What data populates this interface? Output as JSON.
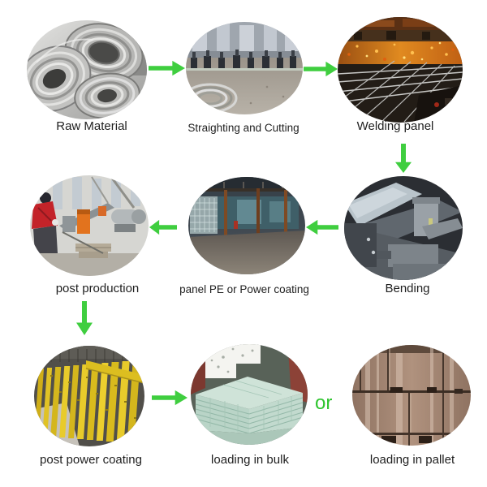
{
  "colors": {
    "arrow": "#3fce3f",
    "or_text": "#2fc52f",
    "label_text": "#1f1f1f",
    "background": "#ffffff"
  },
  "steps": [
    {
      "label": "Raw Material",
      "image": "wire-coils-photo"
    },
    {
      "label": "Straighting and Cutting",
      "image": "straightening-cutting-machines-photo"
    },
    {
      "label": "Welding panel",
      "image": "mesh-welding-sparks-photo"
    },
    {
      "label": "Bending",
      "image": "bending-machine-photo"
    },
    {
      "label": "panel PE or Power coating",
      "image": "coating-line-photo"
    },
    {
      "label": "post production",
      "image": "post-production-workshop-photo"
    },
    {
      "label": "post power coating",
      "image": "yellow-coated-posts-photo"
    },
    {
      "label": "loading in bulk",
      "image": "bulk-stacked-panels-photo"
    },
    {
      "label": "loading in pallet",
      "image": "palletized-boxes-photo"
    }
  ],
  "connector": {
    "or_label": "or"
  }
}
